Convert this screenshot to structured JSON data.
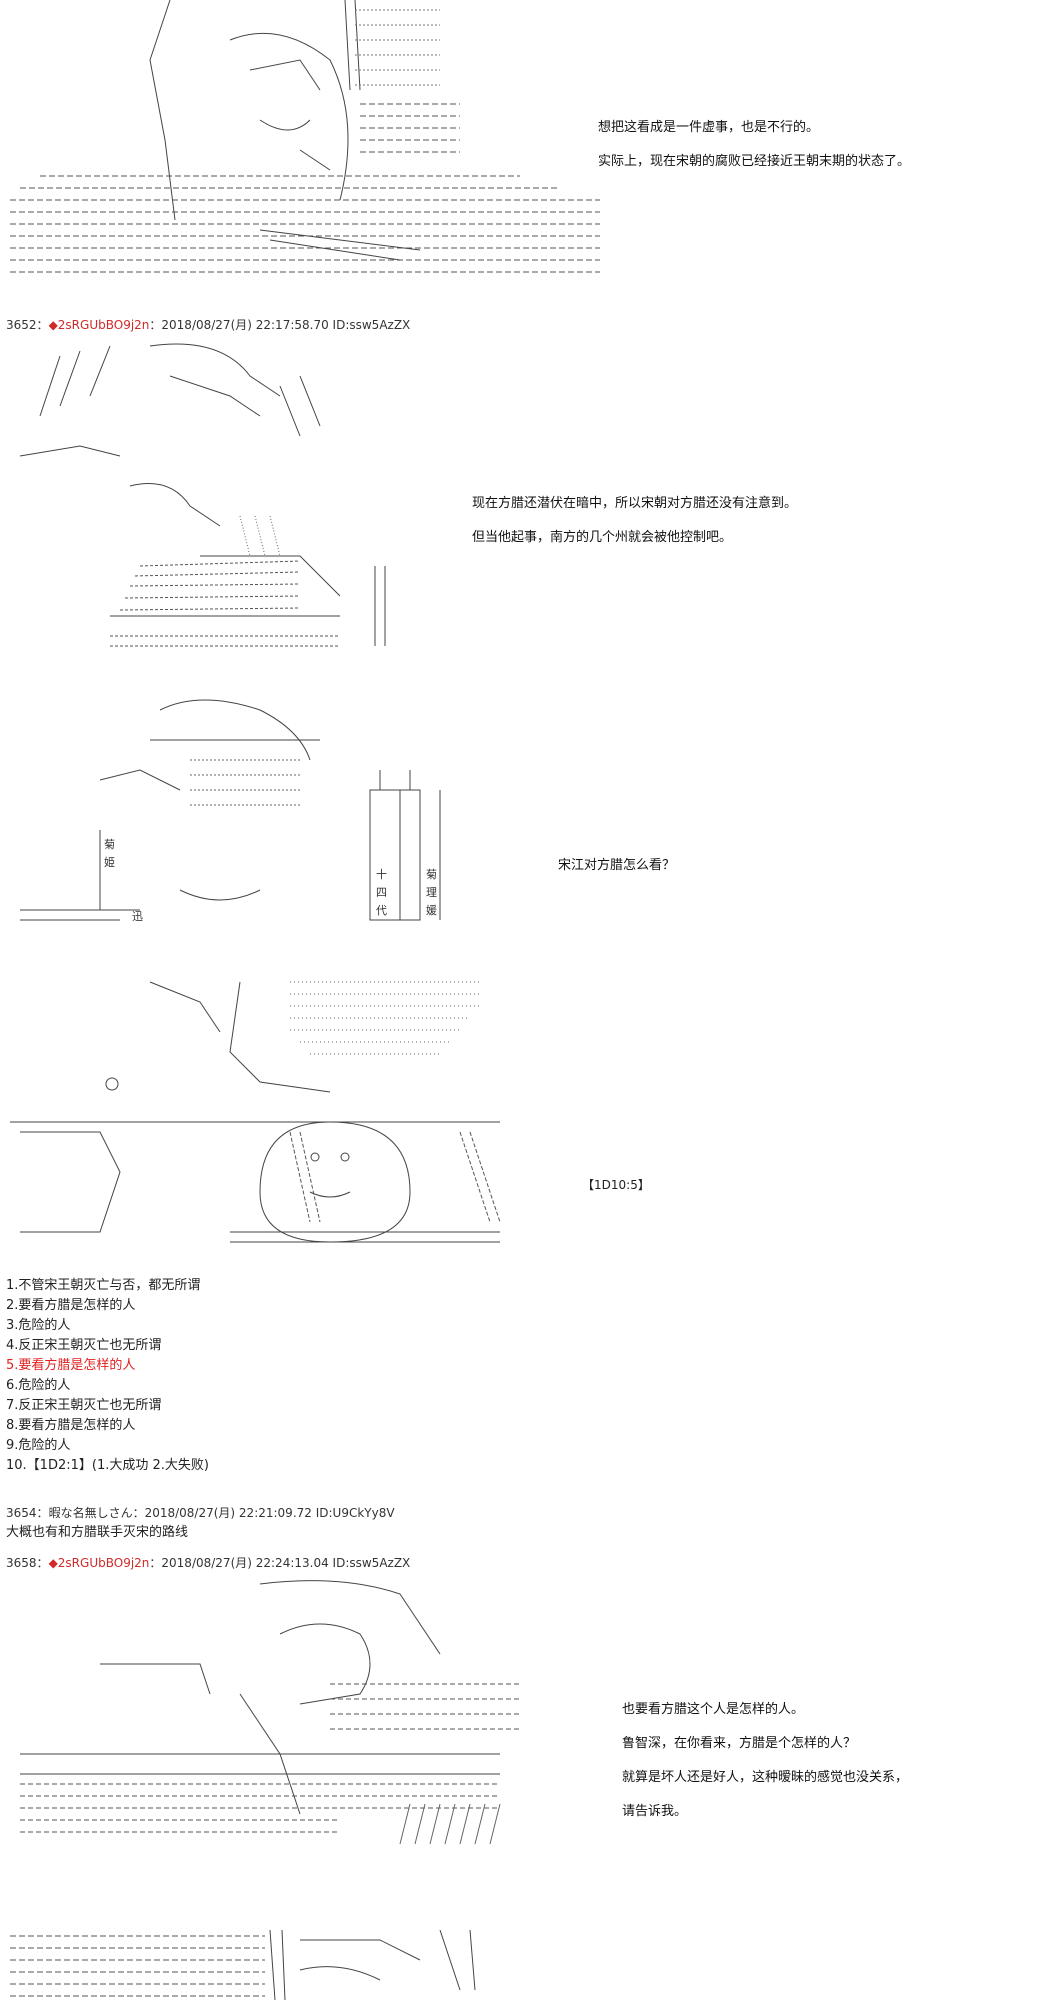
{
  "panels": [
    {
      "id": "p1",
      "lines": [
        "想把这看成是一件虚事，也是不行的。",
        "实际上，现在宋朝的腐败已经接近王朝末期的状态了。"
      ]
    },
    {
      "id": "p2",
      "lines": [
        "现在方腊还潜伏在暗中，所以宋朝对方腊还没有注意到。",
        "但当他起事，南方的几个州就会被他控制吧。"
      ]
    },
    {
      "id": "p3",
      "lines": [
        "宋江对方腊怎么看？"
      ],
      "bottle_labels": [
        "菊",
        "姫",
        "十",
        "四",
        "代",
        "菊",
        "理",
        "媛",
        "迅"
      ]
    },
    {
      "id": "p4",
      "dice": "【1D10:5】"
    },
    {
      "id": "p5",
      "lines": [
        "也要看方腊这个人是怎样的人。",
        "鲁智深，在你看来，方腊是个怎样的人？",
        "就算是坏人还是好人，这种暧昧的感觉也没关系，",
        "请告诉我。"
      ]
    }
  ],
  "posts": [
    {
      "num": "3652",
      "sep": "：",
      "diamond": "◆",
      "trip": "2sRGUbBO9j2n",
      "rest": "：2018/08/27(月) 22:17:58.70 ID:ssw5AzZX"
    },
    {
      "num": "3654",
      "sep": "：",
      "name": "暇な名無しさん",
      "rest": "：2018/08/27(月) 22:21:09.72 ID:U9CkYy8V",
      "body": "大概也有和方腊联手灭宋的路线"
    },
    {
      "num": "3658",
      "sep": "：",
      "diamond": "◆",
      "trip": "2sRGUbBO9j2n",
      "rest": "：2018/08/27(月) 22:24:13.04 ID:ssw5AzZX"
    }
  ],
  "choices": [
    {
      "text": "1.不管宋王朝灭亡与否，都无所谓",
      "highlight": false
    },
    {
      "text": "2.要看方腊是怎样的人",
      "highlight": false
    },
    {
      "text": "3.危险的人",
      "highlight": false
    },
    {
      "text": "4.反正宋王朝灭亡也无所谓",
      "highlight": false
    },
    {
      "text": "5.要看方腊是怎样的人",
      "highlight": true
    },
    {
      "text": "6.危险的人",
      "highlight": false
    },
    {
      "text": "7.反正宋王朝灭亡也无所谓",
      "highlight": false
    },
    {
      "text": "8.要看方腊是怎样的人",
      "highlight": false
    },
    {
      "text": "9.危险的人",
      "highlight": false
    },
    {
      "text": "10.【1D2:1】(1.大成功 2.大失败)",
      "highlight": false
    }
  ],
  "colors": {
    "accent_red": "#d12a2a",
    "text": "#222222",
    "background": "#ffffff"
  }
}
